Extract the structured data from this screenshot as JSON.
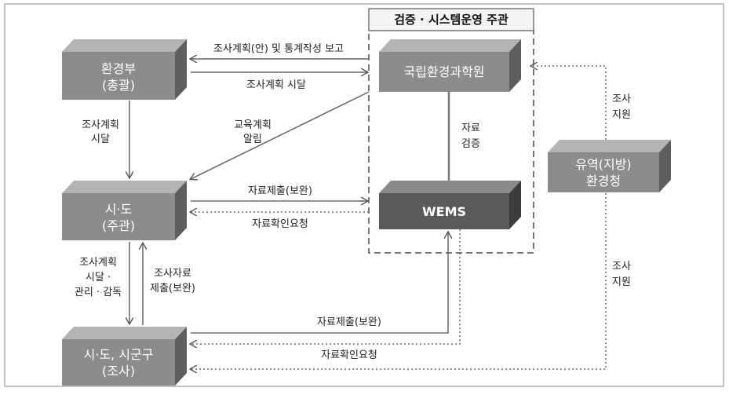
{
  "header": {
    "title": "검증 · 시스템운영 주관"
  },
  "nodes": {
    "moe": {
      "line1": "환경부",
      "line2": "(총괄)"
    },
    "nier": {
      "line1": "국립환경과학원"
    },
    "sido": {
      "line1": "시·도",
      "line2": "(주관)"
    },
    "wems": {
      "line1": "WEMS"
    },
    "sigungu": {
      "line1": "시·도, 시군구",
      "line2": "(조사)"
    },
    "regional": {
      "line1": "유역(지방)",
      "line2": "환경청"
    }
  },
  "edges": {
    "plan_report": "조사계획(안) 및 통계작성 보고",
    "plan_notice": "조사계획 시달",
    "edu_notice": {
      "line1": "교육계획",
      "line2": "알림"
    },
    "moe_to_sido": {
      "line1": "조사계획",
      "line2": "시달"
    },
    "verify": {
      "line1": "자료",
      "line2": "검증"
    },
    "sido_submit": "자료제출(보완)",
    "sido_request": "자료확인요청",
    "sido_to_sigungu": {
      "line1": "조사계획",
      "line2": "시달 ·",
      "line3": "관리 · 감독"
    },
    "sigungu_to_sido": {
      "line1": "조사자료",
      "line2": "제출(보완)"
    },
    "sigungu_submit": "자료제출(보완)",
    "sigungu_request": "자료확인요청",
    "support_top": {
      "line1": "조사",
      "line2": "지원"
    },
    "support_bottom": {
      "line1": "조사",
      "line2": "지원"
    }
  },
  "colors": {
    "box_face": "#8c8c8c",
    "box_side": "#5e5e5e",
    "box_top": "#b3b3b3",
    "wems_face": "#5a5a5a",
    "wems_side": "#3c3c3c",
    "wems_top": "#8a8a8a",
    "arrow": "#666666"
  }
}
